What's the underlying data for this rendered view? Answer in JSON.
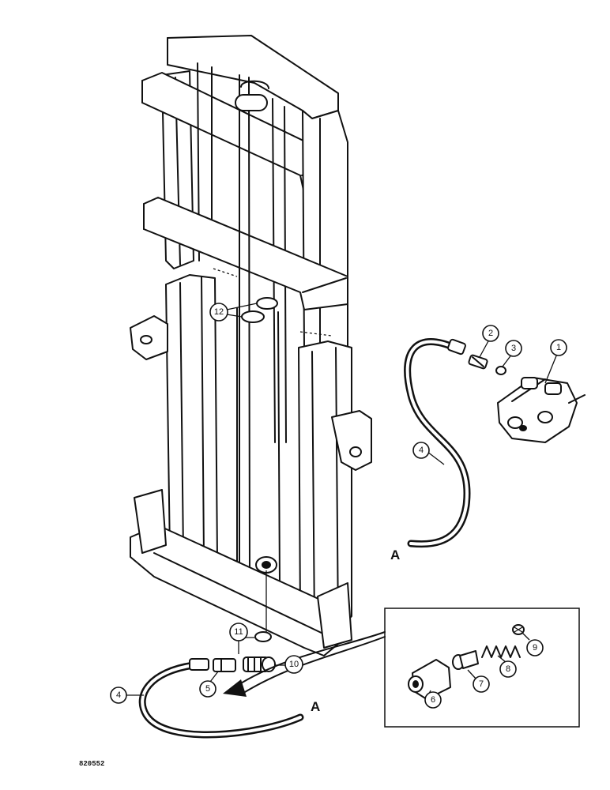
{
  "callouts": {
    "c1": "1",
    "c2": "2",
    "c3": "3",
    "c4a": "4",
    "c4b": "4",
    "c5": "5",
    "c6": "6",
    "c7": "7",
    "c8": "8",
    "c9": "9",
    "c10": "10",
    "c11": "11",
    "c12": "12"
  },
  "connection_markers": {
    "upper": "A",
    "lower": "A"
  },
  "drawing_number": "820552"
}
